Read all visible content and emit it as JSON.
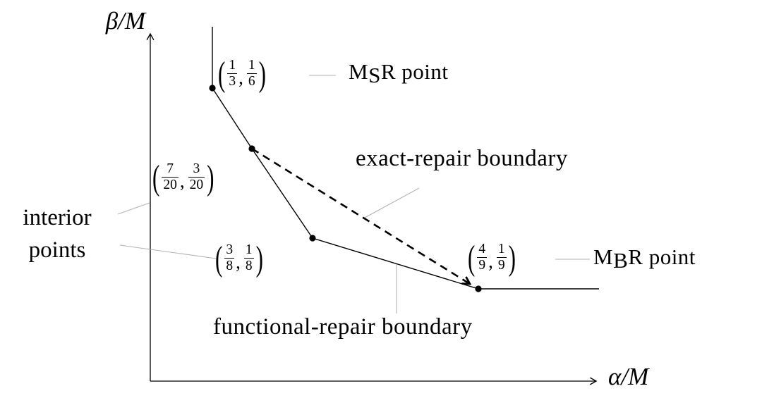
{
  "axes": {
    "x_label": "α/M",
    "y_label": "β/M"
  },
  "points": [
    {
      "name": "MSR point",
      "open": "(",
      "num1": "1",
      "den1": "3",
      "sep": ",",
      "num2": "1",
      "den2": "6",
      "close": ")"
    },
    {
      "name": "interior point",
      "open": "(",
      "num1": "7",
      "den1": "20",
      "sep": ",",
      "num2": "3",
      "den2": "20",
      "close": ")"
    },
    {
      "name": "interior point",
      "open": "(",
      "num1": "3",
      "den1": "8",
      "sep": ",",
      "num2": "1",
      "den2": "8",
      "close": ")"
    },
    {
      "name": "MBR point",
      "open": "(",
      "num1": "4",
      "den1": "9",
      "sep": ",",
      "num2": "1",
      "den2": "9",
      "close": ")"
    }
  ],
  "labels": {
    "msr": {
      "pre": "M",
      "sub": "S",
      "post": "R point"
    },
    "mbr": {
      "pre": "M",
      "sub": "B",
      "post": "R point"
    },
    "exact_repair": "exact-repair boundary",
    "functional_repair": "functional-repair boundary",
    "interior_line1": "interior",
    "interior_line2": "points"
  },
  "colors": {
    "ink": "#000000",
    "leader_line": "#b3b3b3",
    "background": "#ffffff"
  },
  "chart_data": {
    "type": "line",
    "title": "",
    "xlabel": "α/M",
    "ylabel": "β/M",
    "grid": false,
    "legend_position": "none",
    "series": [
      {
        "name": "functional-repair boundary",
        "style": "solid",
        "x": [
          0.3333,
          0.3333,
          0.35,
          0.375,
          0.4444,
          0.4944
        ],
        "y": [
          0.1837,
          0.1667,
          0.15,
          0.125,
          0.1111,
          0.1111
        ]
      },
      {
        "name": "exact-repair boundary",
        "style": "dashed",
        "x": [
          0.35,
          0.4444
        ],
        "y": [
          0.15,
          0.1111
        ]
      }
    ],
    "marked_points": [
      {
        "label": "MSR point",
        "x": "1/3",
        "y": "1/6"
      },
      {
        "label": "interior point",
        "x": "7/20",
        "y": "3/20"
      },
      {
        "label": "interior point",
        "x": "3/8",
        "y": "1/8"
      },
      {
        "label": "MBR point",
        "x": "4/9",
        "y": "1/9"
      }
    ]
  }
}
